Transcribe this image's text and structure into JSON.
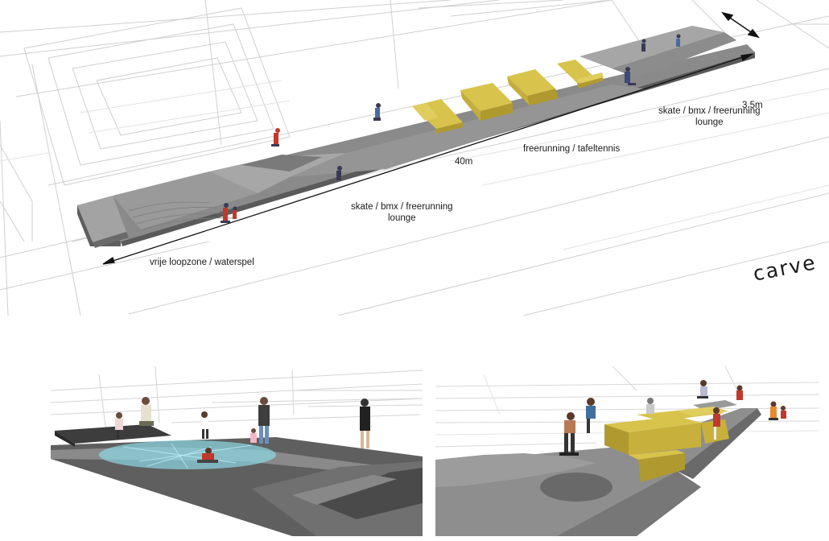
{
  "overview": {
    "labels": {
      "width": "3.5m",
      "length": "40m",
      "zone_east_line1": "skate / bmx  / freerunning",
      "zone_east_line2": "lounge",
      "zone_middle": "freerunning / tafeltennis",
      "zone_west_line1": "skate / bmx  / freerunning",
      "zone_west_line2": "lounge",
      "zone_walk": "vrije loopzone / waterspel"
    },
    "logo": "carve"
  },
  "colors": {
    "ramp_top": "#9b9b9b",
    "ramp_side": "#6e6e6e",
    "bench_yellow": "#d8c34c",
    "bench_yellow_dark": "#b09a2f",
    "water_glow": "#8fd8e6",
    "line_gray": "#c9c9c9"
  }
}
